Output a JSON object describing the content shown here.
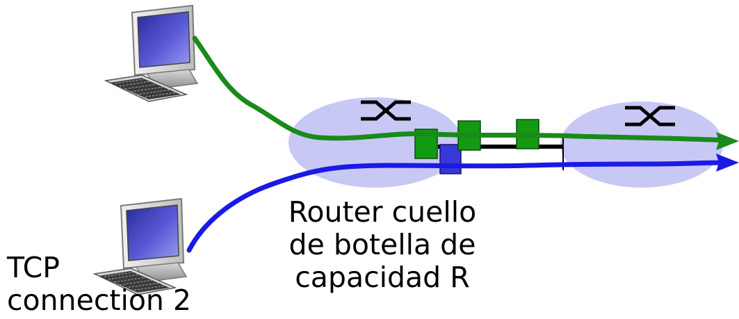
{
  "router_caption": {
    "line1": "Router cuello",
    "line2": "de botella de",
    "line3": "capacidad R"
  },
  "connection2_label": {
    "line1": "TCP",
    "line2": "connection 2"
  },
  "colors": {
    "connection1": "#1a8a1a",
    "connection2": "#1a1ae6",
    "router": "#c8c8f5",
    "packet_green": "#139a13",
    "packet_blue": "#3838d8"
  },
  "icons": [
    "computer-icon",
    "router-icon",
    "router-icon",
    "arrow-icon"
  ]
}
